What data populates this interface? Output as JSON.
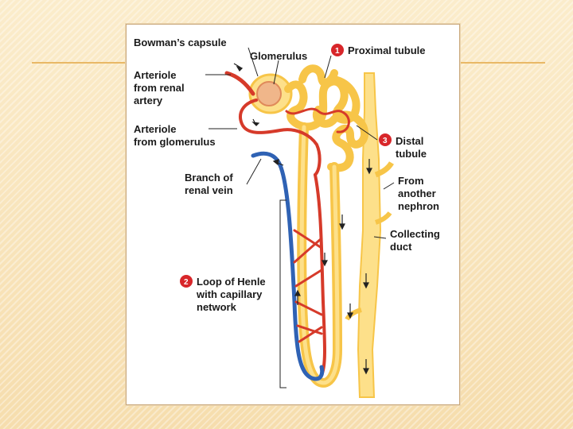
{
  "slide": {
    "labels": {
      "bowmans_capsule": "Bowman’s capsule",
      "glomerulus": "Glomerulus",
      "arteriole_from_renal_artery": [
        "Arteriole",
        "from renal",
        "artery"
      ],
      "arteriole_from_glomerulus": [
        "Arteriole",
        "from glomerulus"
      ],
      "branch_of_renal_vein": [
        "Branch of",
        "renal vein"
      ],
      "proximal_tubule": "Proximal tubule",
      "distal_tubule": [
        "Distal",
        "tubule"
      ],
      "from_another_nephron": [
        "From",
        "another",
        "nephron"
      ],
      "collecting_duct": [
        "Collecting",
        "duct"
      ],
      "loop_of_henle": [
        "Loop of Henle",
        "with capillary",
        "network"
      ]
    },
    "badges": {
      "proximal": "1",
      "loop": "2",
      "distal": "3"
    }
  },
  "colors": {
    "tubule": "#f7c548",
    "tubule_light": "#fde08a",
    "artery": "#d63a2a",
    "vein": "#2f62b4",
    "badge": "#d8262a"
  }
}
